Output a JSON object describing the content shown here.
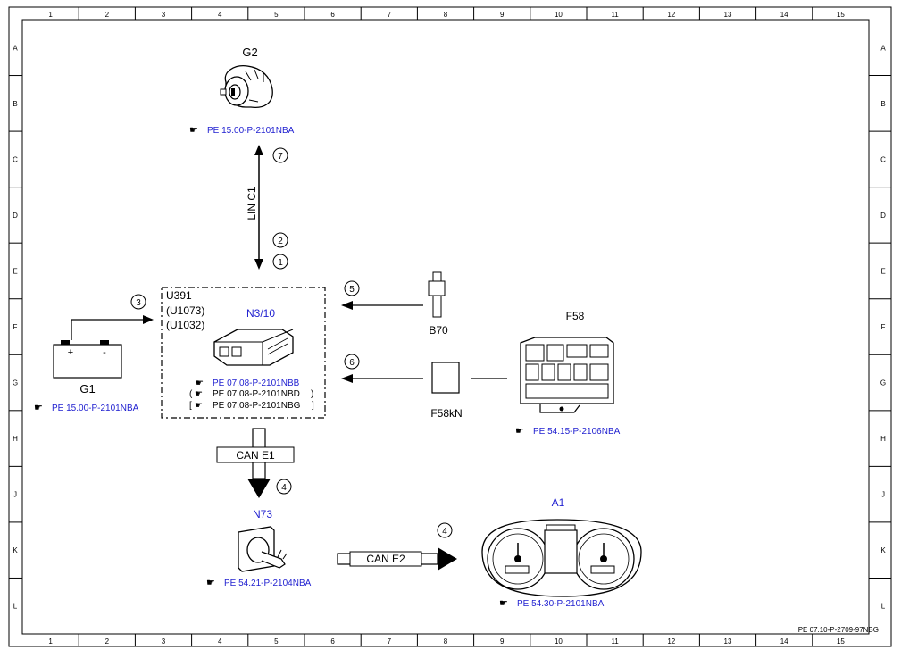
{
  "grid": {
    "cols": [
      "1",
      "2",
      "3",
      "4",
      "5",
      "6",
      "7",
      "8",
      "9",
      "10",
      "11",
      "12",
      "13",
      "14",
      "15"
    ],
    "rows": [
      "A",
      "B",
      "C",
      "D",
      "E",
      "F",
      "G",
      "H",
      "J",
      "K",
      "L"
    ]
  },
  "components": {
    "g2": {
      "label": "G2",
      "ref": "PE 15.00-P-2101NBA"
    },
    "n310": {
      "codes": [
        "U391",
        "(U1073)",
        "(U1032)"
      ],
      "label": "N3/10",
      "refs": [
        "PE 07.08-P-2101NBB",
        "PE 07.08-P-2101NBD",
        "PE 07.08-P-2101NBG"
      ]
    },
    "g1": {
      "label": "G1",
      "plus": "+",
      "minus": "-",
      "ref": "PE 15.00-P-2101NBA"
    },
    "b70": {
      "label": "B70"
    },
    "f58kn": {
      "label": "F58kN"
    },
    "f58": {
      "label": "F58",
      "ref": "PE 54.15-P-2106NBA"
    },
    "n73": {
      "label": "N73",
      "ref": "PE 54.21-P-2104NBA"
    },
    "a1": {
      "label": "A1",
      "ref": "PE 54.30-P-2101NBA"
    }
  },
  "buses": {
    "lin": "LIN C1",
    "can_e1": "CAN E1",
    "can_e2": "CAN E2"
  },
  "markers": [
    "1",
    "2",
    "3",
    "4",
    "4",
    "5",
    "6",
    "7"
  ],
  "doc_number": "PE 07.10-P-2709-97NBG",
  "colors": {
    "link": "#1f1fd0",
    "line": "#000000"
  }
}
